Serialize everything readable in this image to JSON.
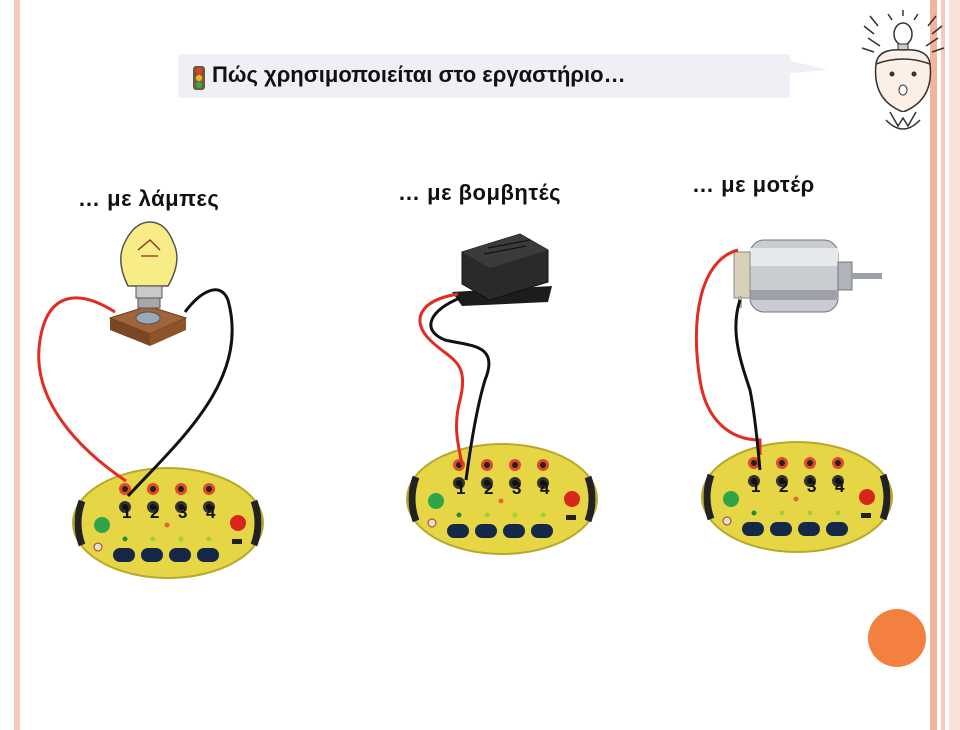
{
  "slide": {
    "title": "Πώς χρησιμοποιείται στο εργαστήριο…"
  },
  "sections": [
    {
      "label": "… με λάμπες"
    },
    {
      "label": "… με βομβητές"
    },
    {
      "label": "… με μοτέρ"
    }
  ],
  "board": {
    "numbers": [
      "1",
      "2",
      "3",
      "4"
    ]
  },
  "colors": {
    "frame": "#f4b49c",
    "title_bar": "#eef0f5",
    "board": "#e6d646",
    "wire_red": "#e32b22",
    "wire_black": "#111111",
    "accent_dot": "#f4803f"
  },
  "icons": [
    "traffic-light-icon",
    "lightbulb-mascot",
    "lamp-icon",
    "buzzer-icon",
    "motor-icon"
  ]
}
